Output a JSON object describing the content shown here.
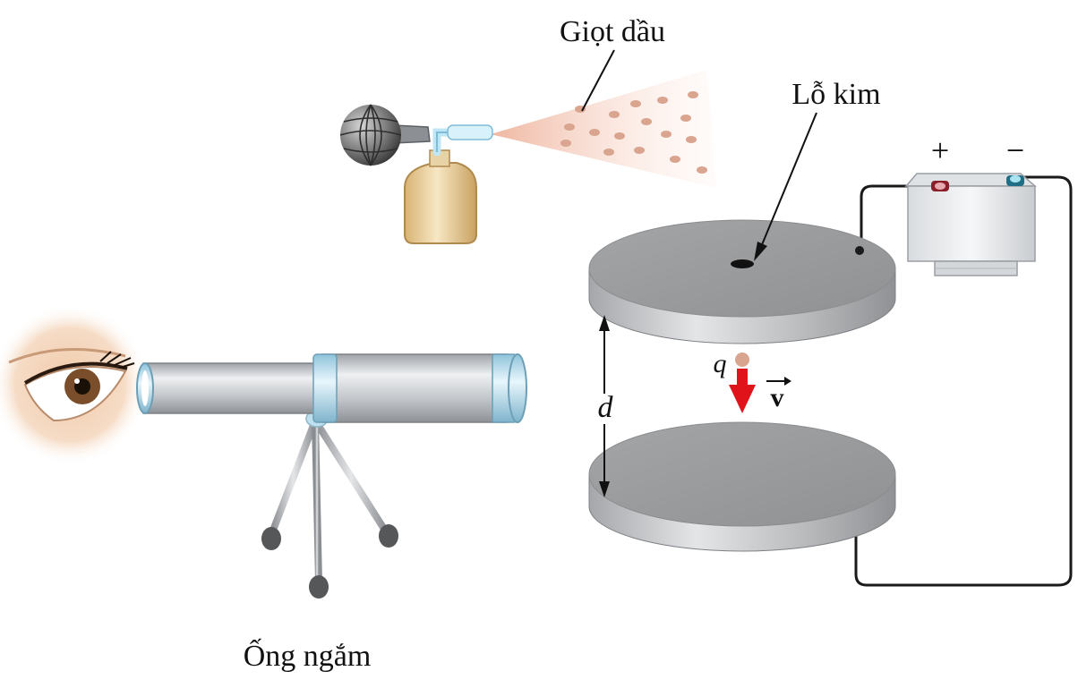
{
  "labels": {
    "oil_drops": "Giọt dầu",
    "pinhole": "Lỗ kim",
    "telescope": "Ống ngắm",
    "plus": "+",
    "minus": "−",
    "charge": "q",
    "distance": "d",
    "velocity": "v"
  },
  "colors": {
    "plate": "#a9abad",
    "plate_top": "#9c9ea0",
    "wire": "#1a1a1a",
    "arrow": "#e0131b",
    "droplet": "#d9a58f",
    "spray_cone": "#f3c5b2",
    "bottle": "#e8cf9a",
    "battery": "#eceef0",
    "telescope": "#c9ccd0",
    "telescope_ring": "#bfe0ee"
  },
  "icons": {
    "viewer": "eye-icon",
    "sprayer": "atomizer-icon",
    "power": "battery-icon"
  }
}
